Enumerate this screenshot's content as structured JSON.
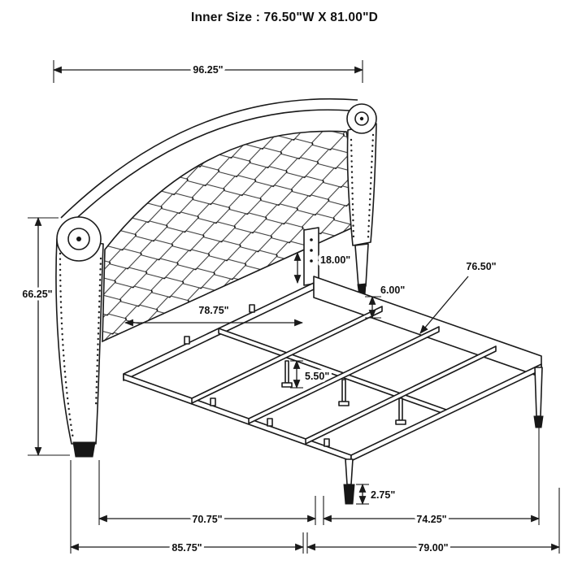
{
  "page": {
    "background": "#ffffff",
    "line_color": "#1a1a1a"
  },
  "title": "Inner Size : 76.50\"W X 81.00\"D",
  "dimensions": {
    "headboard_width": "96.25\"",
    "headboard_height": "66.25\"",
    "headboard_panel_drop": "18.00\"",
    "inner_rail_width": "78.75\"",
    "side_rail_length": "76.50\"",
    "side_rail_height": "6.00\"",
    "center_support_height": "5.50\"",
    "foot_glide_height": "2.75\"",
    "frame_front_width": "70.75\"",
    "frame_side_depth": "74.25\"",
    "overall_width": "85.75\"",
    "overall_depth": "79.00\""
  }
}
